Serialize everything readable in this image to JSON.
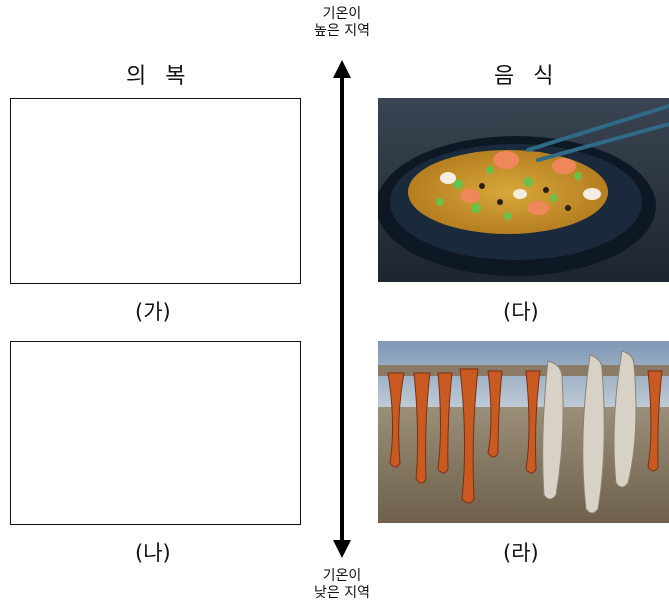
{
  "headings": {
    "clothing": "의 복",
    "food": "음 식"
  },
  "axis": {
    "top_line1": "기온이",
    "top_line2": "높은 지역",
    "bottom_line1": "기온이",
    "bottom_line2": "낮은 지역"
  },
  "labels": {
    "ga": "(가)",
    "na": "(나)",
    "da": "(다)",
    "ra": "(라)"
  },
  "photos": {
    "da_caption": "",
    "ra_caption": ""
  }
}
